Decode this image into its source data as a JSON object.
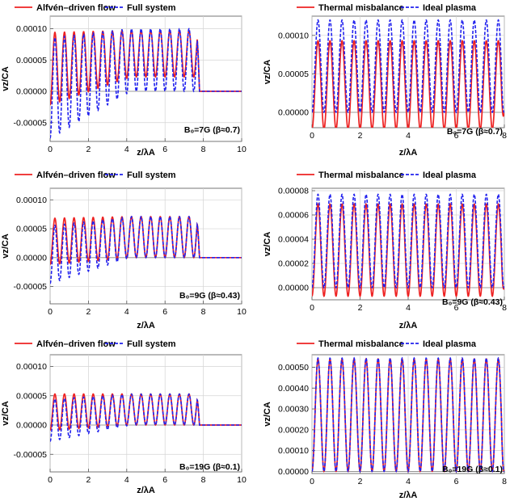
{
  "chart_data": [
    {
      "type": "line",
      "legend": [
        "Alfvén–driven flow",
        "Full system"
      ],
      "annotation": "B₀=7G (β≈0.7)",
      "xlabel": "z/λA",
      "ylabel": "vz/CA",
      "xlim": [
        0,
        10
      ],
      "ylim": [
        -8e-05,
        0.00012
      ],
      "xticks": [
        "0",
        "2",
        "4",
        "6",
        "8",
        "10"
      ],
      "yticks": [
        "-0.00005",
        "0.00000",
        "0.00005",
        "0.00010"
      ],
      "grid": true,
      "series": [
        {
          "name": "Alfvén–driven flow",
          "color": "#ee2222",
          "dash": "solid",
          "period": 0.5,
          "xmax": 7.8,
          "amp_start": 5.8e-05,
          "amp_end": 3.7e-05,
          "offset_start": 3.6e-05,
          "offset_end": 6e-05
        },
        {
          "name": "Full system",
          "color": "#2222ee",
          "dash": "dashed",
          "period": 0.5,
          "xmax": 7.8,
          "amp_start": 8e-05,
          "amp_end": 5e-05,
          "offset_start": 5e-06,
          "offset_end": 5e-05
        }
      ]
    },
    {
      "type": "line",
      "legend": [
        "Thermal misbalance",
        "Ideal plasma"
      ],
      "annotation": "B₀=7G (β≈0.7)",
      "xlabel": "z/λA",
      "ylabel": "vz/CA",
      "xlim": [
        0,
        8
      ],
      "ylim": [
        -2e-05,
        0.000125
      ],
      "xticks": [
        "0",
        "2",
        "4",
        "6",
        "8"
      ],
      "yticks": [
        "0.00000",
        "0.00005",
        "0.00010"
      ],
      "grid": true,
      "series": [
        {
          "name": "Thermal misbalance",
          "color": "#ee2222",
          "dash": "solid",
          "period": 0.5,
          "xmax": 8,
          "amp": 5.75e-05,
          "offset": 3.55e-05
        },
        {
          "name": "Ideal plasma",
          "color": "#2222ee",
          "dash": "dashed",
          "period": 0.5,
          "xmax": 8,
          "amp": 6e-05,
          "offset": 6e-05
        }
      ]
    },
    {
      "type": "line",
      "legend": [
        "Alfvén–driven flow",
        "Full system"
      ],
      "annotation": "B₀=9G (β≈0.43)",
      "xlabel": "z/λA",
      "ylabel": "vz/CA",
      "xlim": [
        0,
        10
      ],
      "ylim": [
        -8e-05,
        0.00012
      ],
      "xticks": [
        "0",
        "2",
        "4",
        "6",
        "8",
        "10"
      ],
      "yticks": [
        "-0.00005",
        "0.00000",
        "0.00005",
        "0.00010"
      ],
      "grid": true,
      "series": [
        {
          "name": "Alfvén–driven flow",
          "color": "#ee2222",
          "dash": "solid",
          "period": 0.5,
          "xmax": 7.8,
          "amp_start": 4e-05,
          "amp_end": 3.55e-05,
          "offset_start": 2.8e-05,
          "offset_end": 3.55e-05
        },
        {
          "name": "Full system",
          "color": "#2222ee",
          "dash": "dashed",
          "period": 0.5,
          "xmax": 7.8,
          "amp_start": 5e-05,
          "amp_end": 3.55e-05,
          "offset_start": 5e-06,
          "offset_end": 3.55e-05
        }
      ]
    },
    {
      "type": "line",
      "legend": [
        "Thermal misbalance",
        "Ideal plasma"
      ],
      "annotation": "B₀=9G (β≈0.43)",
      "xlabel": "z/λA",
      "ylabel": "vz/CA",
      "xlim": [
        0,
        8
      ],
      "ylim": [
        -1e-05,
        8.2e-05
      ],
      "xticks": [
        "0",
        "2",
        "4",
        "6",
        "8"
      ],
      "yticks": [
        "0.00000",
        "0.00002",
        "0.00004",
        "0.00006",
        "0.00008"
      ],
      "grid": true,
      "series": [
        {
          "name": "Thermal misbalance",
          "color": "#ee2222",
          "dash": "solid",
          "period": 0.5,
          "xmax": 8,
          "amp": 3.8e-05,
          "offset": 3.1e-05
        },
        {
          "name": "Ideal plasma",
          "color": "#2222ee",
          "dash": "dashed",
          "period": 0.5,
          "xmax": 8,
          "amp": 3.85e-05,
          "offset": 3.85e-05
        }
      ]
    },
    {
      "type": "line",
      "legend": [
        "Alfvén–driven flow",
        "Full system"
      ],
      "annotation": "B₀=19G (β≈0.1)",
      "xlabel": "z/λA",
      "ylabel": "vz/CA",
      "xlim": [
        0,
        10
      ],
      "ylim": [
        -8e-05,
        0.00012
      ],
      "xticks": [
        "0",
        "2",
        "4",
        "6",
        "8",
        "10"
      ],
      "yticks": [
        "-0.00005",
        "0.00000",
        "0.00005",
        "0.00010"
      ],
      "grid": true,
      "series": [
        {
          "name": "Alfvén–driven flow",
          "color": "#ee2222",
          "dash": "solid",
          "period": 0.5,
          "xmax": 7.8,
          "amp_start": 3.1e-05,
          "amp_end": 2.65e-05,
          "offset_start": 2.2e-05,
          "offset_end": 2.65e-05
        },
        {
          "name": "Full system",
          "color": "#2222ee",
          "dash": "dashed",
          "period": 0.5,
          "xmax": 7.8,
          "amp_start": 3.6e-05,
          "amp_end": 2.65e-05,
          "offset_start": 8e-06,
          "offset_end": 2.65e-05
        }
      ]
    },
    {
      "type": "line",
      "legend": [
        "Thermal misbalance",
        "Ideal plasma"
      ],
      "annotation": "B₀=19G (β≈0.1)",
      "xlabel": "z/λA",
      "ylabel": "vz/CA",
      "xlim": [
        0,
        8
      ],
      "ylim": [
        -1e-05,
        0.00056
      ],
      "xticks": [
        "0",
        "2",
        "4",
        "6",
        "8"
      ],
      "yticks": [
        "0.00000",
        "0.00010",
        "0.00020",
        "0.00030",
        "0.00040",
        "0.00050"
      ],
      "grid": true,
      "series": [
        {
          "name": "Thermal misbalance",
          "color": "#ee2222",
          "dash": "solid",
          "period": 0.5,
          "xmax": 8,
          "amp": 0.00027,
          "offset": 0.00027
        },
        {
          "name": "Ideal plasma",
          "color": "#2222ee",
          "dash": "dashed",
          "period": 0.5,
          "xmax": 8,
          "amp": 0.000272,
          "offset": 0.000272
        }
      ]
    }
  ]
}
